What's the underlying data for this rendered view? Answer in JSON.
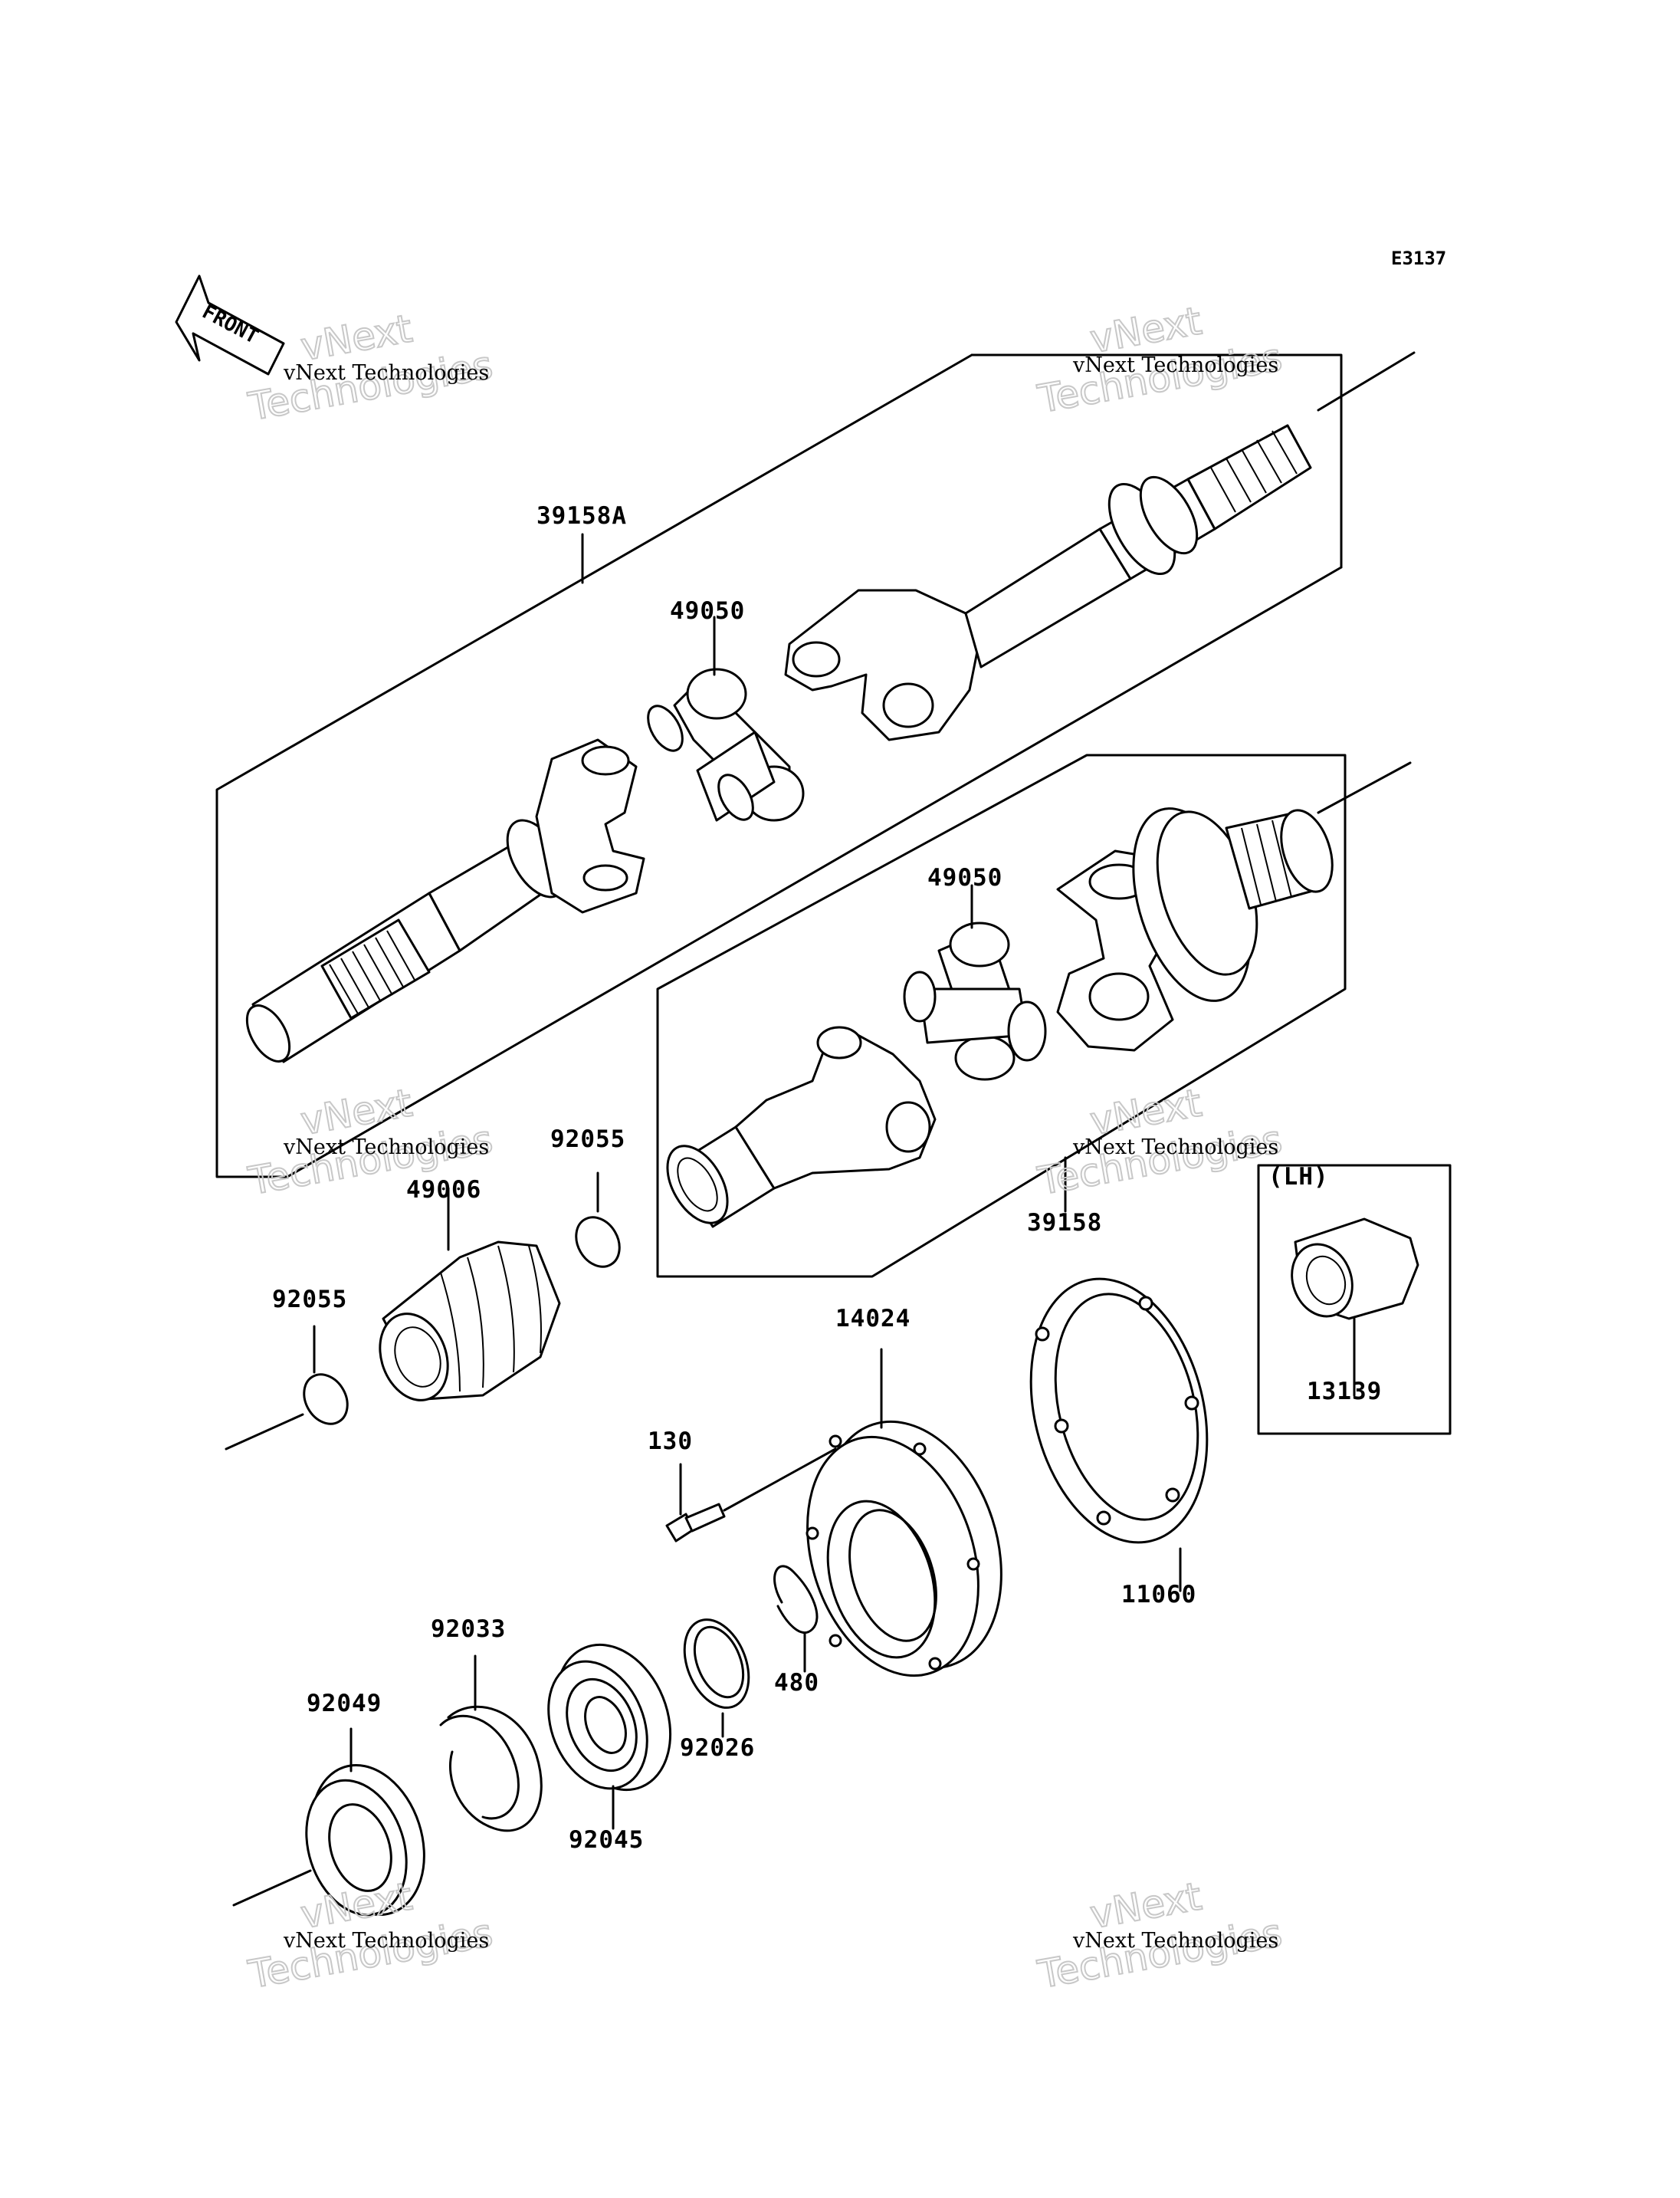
{
  "diagram_code": "E3137",
  "front_label": "FRONT",
  "side_label": "(LH)",
  "watermark": {
    "line1": "vNext Technologies",
    "line2": "vNext",
    "line3": "Technologies"
  },
  "parts": {
    "shaft_assembly_front": "39158A",
    "universal_joint_upper": "49050",
    "universal_joint_lower": "49050",
    "shaft_assembly_rear": "39158",
    "boot": "49006",
    "ring_boot_upper": "92055",
    "ring_boot_lower": "92055",
    "coupling": "13139",
    "housing": "14024",
    "gasket": "11060",
    "bolt": "130",
    "circlip": "480",
    "shim": "92026",
    "bearing": "92045",
    "snap_ring": "92033",
    "oil_seal": "92049"
  }
}
